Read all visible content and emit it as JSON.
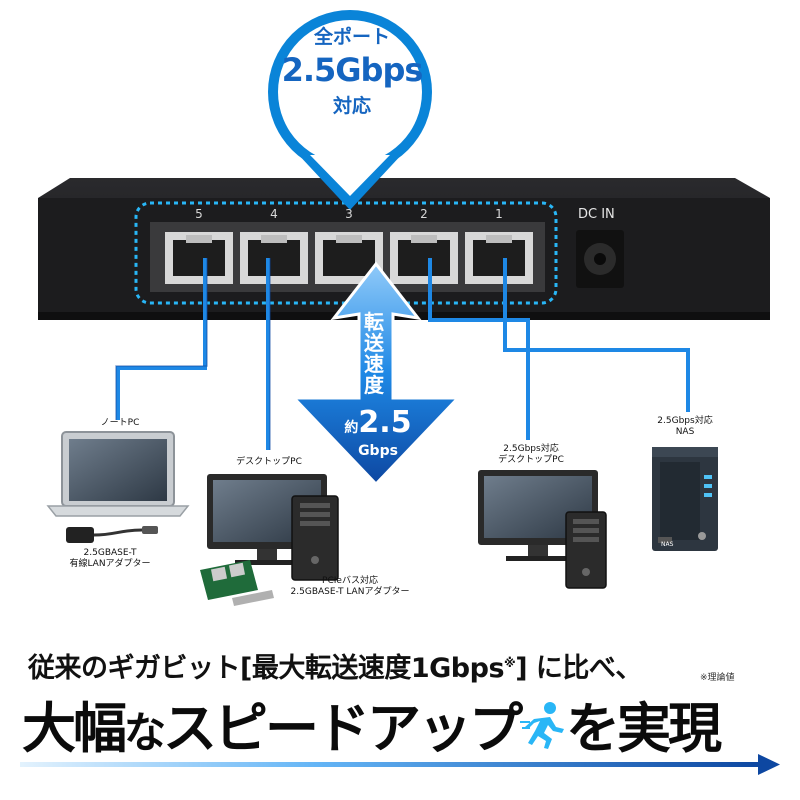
{
  "bubble": {
    "line1": "全ポート",
    "line2": "2.5Gbps",
    "line3": "対応"
  },
  "switch": {
    "ports": [
      "5",
      "4",
      "3",
      "2",
      "1"
    ],
    "dc_label": "DC IN"
  },
  "speed_arrow": {
    "vertical_text": "転送速度",
    "prefix": "約",
    "value": "2.5",
    "unit": "Gbps"
  },
  "devices": {
    "notebook": {
      "label": "ノートPC",
      "adapter_line1": "2.5GBASE-T",
      "adapter_line2": "有線LANアダプター"
    },
    "desktop": {
      "label": "デスクトップPC",
      "adapter_line1": "PCIeバス対応",
      "adapter_line2": "2.5GBASE-T LANアダプター"
    },
    "desktop25": {
      "label_line1": "2.5Gbps対応",
      "label_line2": "デスクトップPC"
    },
    "nas": {
      "label_line1": "2.5Gbps対応",
      "label_line2": "NAS",
      "badge": "NAS"
    }
  },
  "headline": {
    "line1_a": "従来のギガビット",
    "line1_b": "[最大転送速度1Gbps",
    "line1_mark": "※",
    "line1_c": "] に比べ、",
    "note": "※理論値",
    "line2_a": "大幅",
    "line2_b": "な",
    "line2_c": "スピードアップ",
    "line2_d": "を実現"
  },
  "colors": {
    "accent_blue": "#1565c0",
    "cable_blue": "#1e88e5",
    "switch_body": "#1f1f21",
    "dash_cyan": "#29b6f6"
  },
  "icons": [
    "runner-icon",
    "ethernet-port-icon",
    "dc-jack-icon",
    "laptop-icon",
    "desktop-icon",
    "nas-icon",
    "usb-adapter-icon",
    "pcie-card-icon"
  ]
}
